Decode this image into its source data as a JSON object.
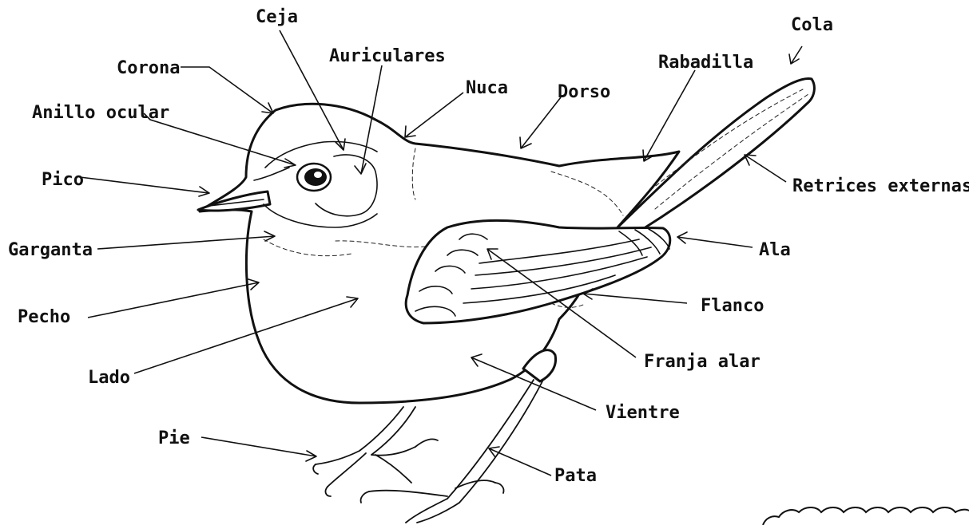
{
  "labels": {
    "ceja": "Ceja",
    "corona": "Corona",
    "auriculares": "Auriculares",
    "nuca": "Nuca",
    "dorso": "Dorso",
    "rabadilla": "Rabadilla",
    "cola": "Cola",
    "anillo_ocular": "Anillo ocular",
    "pico": "Pico",
    "retrices_externas": "Retrices externas",
    "garganta": "Garganta",
    "ala": "Ala",
    "pecho": "Pecho",
    "flanco": "Flanco",
    "lado": "Lado",
    "franja_alar": "Franja alar",
    "vientre": "Vientre",
    "pie": "Pie",
    "pata": "Pata"
  },
  "colors": {
    "ink": "#111111",
    "background": "#ffffff"
  }
}
